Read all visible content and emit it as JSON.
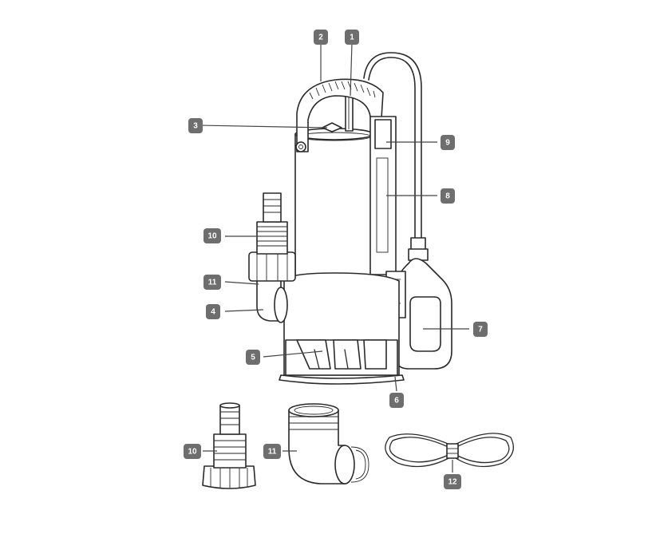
{
  "colors": {
    "outline": "#2a2a2a",
    "badge": "#6e6e6e",
    "badge_text": "#ffffff",
    "background": "#ffffff"
  },
  "callouts": [
    {
      "id": "c1",
      "text": "1"
    },
    {
      "id": "c2",
      "text": "2"
    },
    {
      "id": "c3",
      "text": "3"
    },
    {
      "id": "c4",
      "text": "4"
    },
    {
      "id": "c5",
      "text": "5"
    },
    {
      "id": "c6",
      "text": "6"
    },
    {
      "id": "c7",
      "text": "7"
    },
    {
      "id": "c8",
      "text": "8"
    },
    {
      "id": "c9",
      "text": "9"
    },
    {
      "id": "c10a",
      "text": "10"
    },
    {
      "id": "c11a",
      "text": "11"
    },
    {
      "id": "c10b",
      "text": "10"
    },
    {
      "id": "c11b",
      "text": "11"
    },
    {
      "id": "c12",
      "text": "12"
    }
  ]
}
